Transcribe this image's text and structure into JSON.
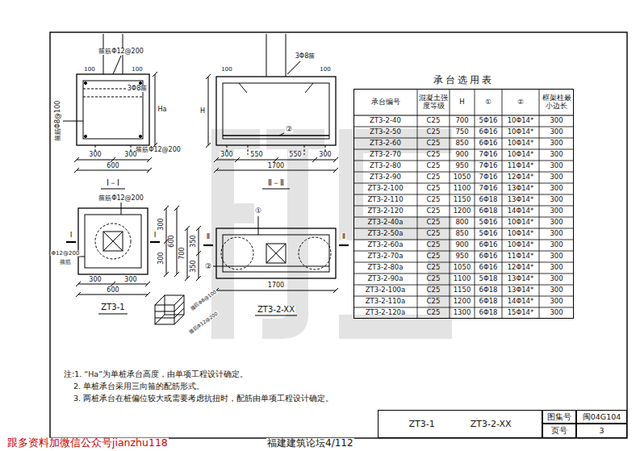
{
  "diagram": {
    "nodes": [
      {
        "text": [
          "承台选用表"
        ]
      },
      {
        "text": [
          "ZT3-1",
          "ZT3-2-XX"
        ]
      },
      {
        "text": [
          "图集号"
        ]
      },
      {
        "text": [
          "闽04G104"
        ]
      },
      {
        "text": [
          "页号"
        ]
      },
      {
        "text": [
          "3"
        ]
      }
    ],
    "labels": [
      "箍筋Φ12@200",
      "3Φ8箍",
      "Ha",
      "100",
      "100",
      "箍筋Φ8@100",
      "箍筋Φ12@200",
      "300",
      "300",
      "600",
      "I－I",
      "箍筋Φ12@200",
      "I",
      "I",
      "Φ12@200",
      "箍筋",
      "300",
      "300",
      "600",
      "300",
      "300",
      "600",
      "ZT3-1",
      "箍筋Φ8@100",
      "箍筋Φ12@200",
      "3Φ8箍",
      "H",
      "100",
      "100",
      "②",
      "300",
      "550",
      "550",
      "300",
      "1700",
      "Ⅱ－Ⅱ",
      "①",
      "Ⅱ",
      "Ⅱ",
      "②",
      "700",
      "350",
      "350",
      "1700",
      "ZT3-2-XX",
      "注:1. “Ha”为单桩承台高度，由单项工程设计确定。",
      "2. 单桩承台采用三向箍的配筋形式。",
      "3. 两桩承台在桩偏位较大或需要考虑抗扭时，配筋由单项工程设计确定。",
      "跟多资料加微信公众号jianzhu118",
      "福建建筑论坛4/112",
      "承台编号",
      "混凝土强度等级",
      "H",
      "①",
      "②",
      "框架柱最小边长",
      "ZT3-2-40",
      "C25",
      "700",
      "5Φ16",
      "10Φ14*",
      "300",
      "ZT3-2-50",
      "C25",
      "750",
      "6Φ16",
      "10Φ14*",
      "300",
      "ZT3-2-60",
      "C25",
      "850",
      "6Φ16",
      "10Φ14*",
      "300",
      "ZT3-2-70",
      "C25",
      "900",
      "7Φ16",
      "10Φ14*",
      "300",
      "ZT3-2-80",
      "C25",
      "950",
      "7Φ16",
      "11Φ14*",
      "300",
      "ZT3-2-90",
      "C25",
      "1050",
      "7Φ16",
      "12Φ14*",
      "300",
      "ZT3-2-100",
      "C25",
      "1100",
      "7Φ16",
      "13Φ14*",
      "300",
      "ZT3-2-110",
      "C25",
      "1150",
      "6Φ18",
      "13Φ14*",
      "300",
      "ZT3-2-120",
      "C25",
      "1200",
      "6Φ18",
      "14Φ14*",
      "300",
      "ZT3-2-40a",
      "C25",
      "800",
      "5Φ16",
      "10Φ14*",
      "300",
      "ZT3-2-50a",
      "C25",
      "850",
      "5Φ16",
      "10Φ14*",
      "300",
      "ZT3-2-60a",
      "C25",
      "900",
      "6Φ16",
      "10Φ14*",
      "300",
      "ZT3-2-70a",
      "C25",
      "950",
      "6Φ16",
      "11Φ14*",
      "300",
      "ZT3-2-80a",
      "C25",
      "1050",
      "6Φ16",
      "12Φ14*",
      "300",
      "ZT3-2-90a",
      "C25",
      "1100",
      "5Φ18",
      "13Φ14*",
      "300",
      "ZT3-2-100a",
      "C25",
      "1150",
      "6Φ18",
      "13Φ14*",
      "300",
      "ZT3-2-110a",
      "C25",
      "1200",
      "6Φ18",
      "14Φ14*",
      "300",
      "ZT3-2-120a",
      "C25",
      "1300",
      "6Φ18",
      "15Φ14*",
      "300"
    ]
  }
}
